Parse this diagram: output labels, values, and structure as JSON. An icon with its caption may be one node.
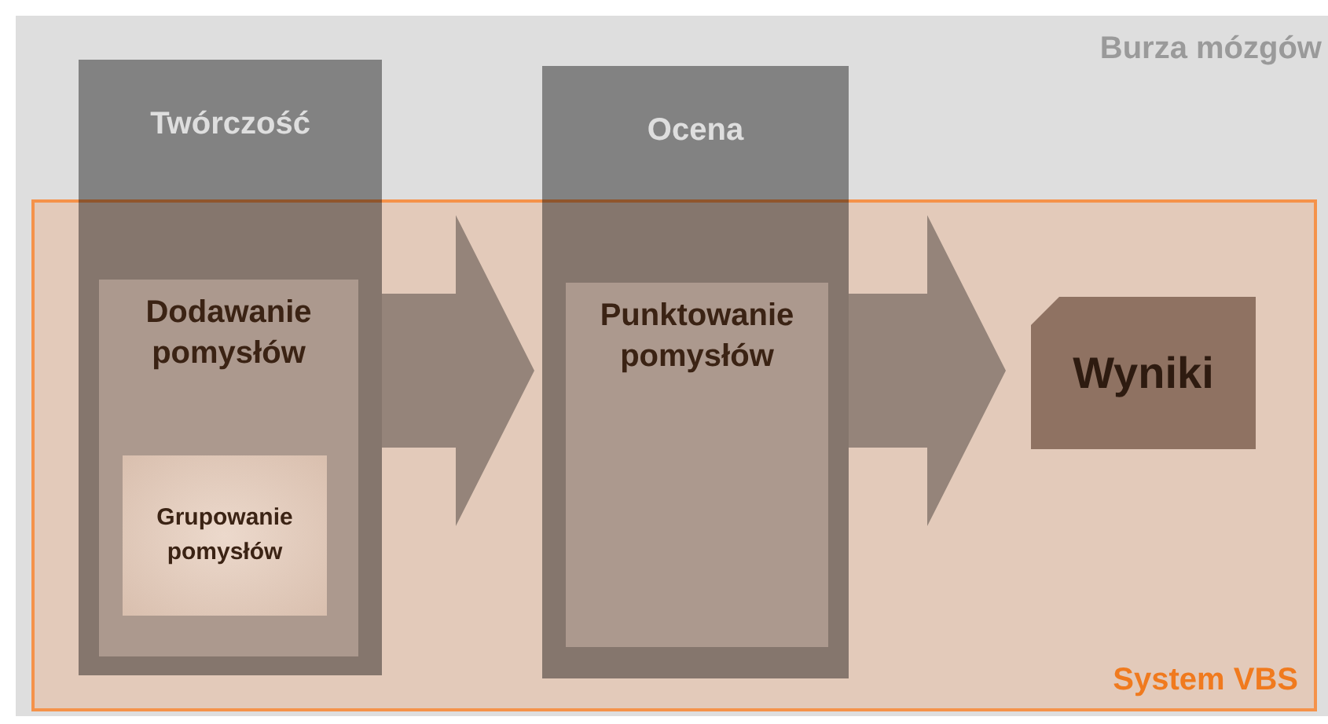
{
  "diagram": {
    "nodes": [
      {
        "text": [
          "Burza mózgów"
        ]
      },
      {
        "text": [
          "System VBS"
        ],
        "in": 0
      },
      {
        "text": [
          "Twórczość"
        ],
        "in": 0
      },
      {
        "text": [
          "Dodawanie pomysłów"
        ]
      },
      {
        "text": [
          "Grupowanie pomysłów"
        ],
        "in": 3
      },
      {
        "text": [
          "Ocena"
        ],
        "in": 0
      },
      {
        "text": [
          "Punktowanie pomysłów"
        ]
      },
      {
        "text": [
          "Wyniki"
        ],
        "in": 1
      }
    ],
    "edges": [
      {
        "from": 2,
        "to": 5,
        "arrow": "to"
      },
      {
        "from": 5,
        "to": 7,
        "arrow": "to"
      }
    ]
  }
}
